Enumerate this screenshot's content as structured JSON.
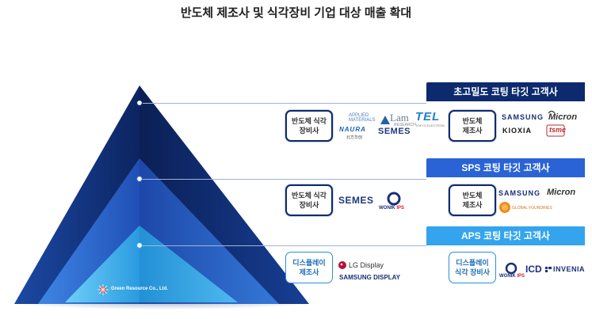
{
  "title": "반도체 제조사 및 식각장비 기업 대상 매출 확대",
  "colors": {
    "tier1": "#0c2a6d",
    "tier2": "#2a63d6",
    "tier3": "#34a4ee",
    "pyramid_outer": "#0f2c6f",
    "pyramid_mid": "#2a5fc8",
    "pyramid_inner": "#3aa2e8"
  },
  "tiers": [
    {
      "header": "초고밀도 코팅 타깃 고객사",
      "left_box": "반도체 식각\n장비사",
      "left_logos": [
        "APPLIED MATERIALS",
        "NAURA",
        "北方华创",
        "Lam",
        "RESEARCH",
        "TEL",
        "TOKYO ELECTRON",
        "SEMES"
      ],
      "right_box": "반도체\n제조사",
      "right_logos": [
        "SAMSUNG",
        "Micron",
        "KIOXIA",
        "tsmc"
      ]
    },
    {
      "header": "SPS 코팅 타깃 고객사",
      "left_box": "반도체 식각\n장비사",
      "left_logos": [
        "SEMES",
        "WONIK",
        "IPS"
      ],
      "right_box": "반도체\n제조사",
      "right_logos": [
        "SAMSUNG",
        "Micron",
        "GLOBAL FOUNDRIES"
      ]
    },
    {
      "header": "APS 코팅 타깃 고객사",
      "left_box": "디스플레이\n제조사",
      "left_logos": [
        "LG Display",
        "SAMSUNG DISPLAY"
      ],
      "right_box": "디스플레이\n식각 장비사",
      "right_logos": [
        "WONIK",
        "IPS",
        "ICD",
        "INVENIA"
      ]
    }
  ],
  "brand": "Green Resource Co., Ltd."
}
